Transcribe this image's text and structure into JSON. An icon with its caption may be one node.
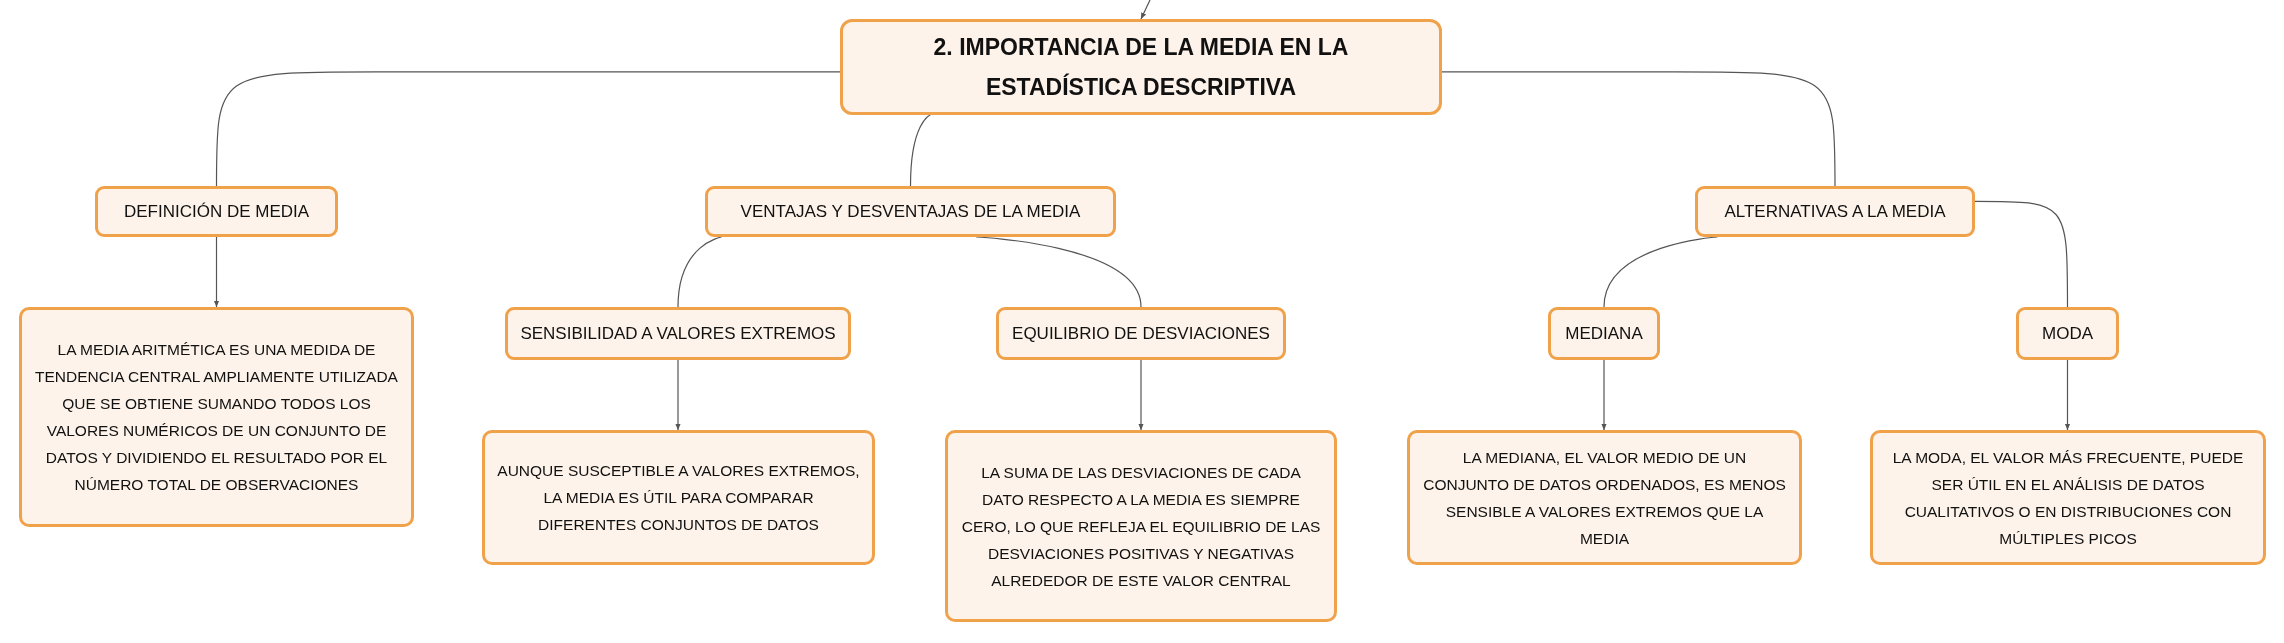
{
  "diagram": {
    "nodes": [
      {
        "text": [
          "2. IMPORTANCIA DE LA MEDIA EN LA ESTADÍSTICA DESCRIPTIVA"
        ]
      },
      {
        "text": [
          "DEFINICIÓN DE MEDIA"
        ]
      },
      {
        "text": [
          "VENTAJAS Y DESVENTAJAS DE LA MEDIA"
        ]
      },
      {
        "text": [
          "ALTERNATIVAS A LA MEDIA"
        ]
      },
      {
        "text": [
          "LA MEDIA ARITMÉTICA ES UNA MEDIDA DE TENDENCIA CENTRAL AMPLIAMENTE UTILIZADA QUE SE OBTIENE SUMANDO TODOS LOS VALORES NUMÉRICOS DE UN CONJUNTO DE DATOS Y DIVIDIENDO EL RESULTADO POR EL NÚMERO TOTAL DE OBSERVACIONES"
        ]
      },
      {
        "text": [
          "SENSIBILIDAD A VALORES EXTREMOS"
        ]
      },
      {
        "text": [
          "EQUILIBRIO DE DESVIACIONES"
        ]
      },
      {
        "text": [
          "AUNQUE SUSCEPTIBLE A VALORES EXTREMOS, LA MEDIA ES ÚTIL PARA COMPARAR DIFERENTES CONJUNTOS DE DATOS"
        ]
      },
      {
        "text": [
          "LA SUMA DE LAS DESVIACIONES DE CADA DATO RESPECTO A LA MEDIA ES SIEMPRE CERO, LO QUE REFLEJA EL EQUILIBRIO DE LAS DESVIACIONES POSITIVAS Y NEGATIVAS ALREDEDOR DE ESTE VALOR CENTRAL"
        ]
      },
      {
        "text": [
          "MEDIANA"
        ]
      },
      {
        "text": [
          "MODA"
        ]
      },
      {
        "text": [
          "LA MEDIANA, EL VALOR MEDIO DE UN CONJUNTO DE DATOS ORDENADOS, ES MENOS SENSIBLE A VALORES EXTREMOS QUE LA MEDIA"
        ]
      },
      {
        "text": [
          "LA MODA, EL VALOR MÁS FRECUENTE, PUEDE SER ÚTIL EN EL ANÁLISIS DE DATOS CUALITATIVOS O EN DISTRIBUCIONES CON MÚLTIPLES PICOS"
        ]
      }
    ],
    "edges": [
      {
        "from": null,
        "to": 0,
        "arrow": "to"
      },
      {
        "from": 0,
        "to": 1,
        "arrow": "none"
      },
      {
        "from": 0,
        "to": 2,
        "arrow": "none"
      },
      {
        "from": 0,
        "to": 3,
        "arrow": "none"
      },
      {
        "from": 1,
        "to": 4,
        "arrow": "to"
      },
      {
        "from": 2,
        "to": 5,
        "arrow": "none"
      },
      {
        "from": 2,
        "to": 6,
        "arrow": "none"
      },
      {
        "from": 5,
        "to": 7,
        "arrow": "to"
      },
      {
        "from": 6,
        "to": 8,
        "arrow": "to"
      },
      {
        "from": 3,
        "to": 9,
        "arrow": "none"
      },
      {
        "from": 3,
        "to": 10,
        "arrow": "none"
      },
      {
        "from": 9,
        "to": 11,
        "arrow": "to"
      },
      {
        "from": 10,
        "to": 12,
        "arrow": "to"
      }
    ]
  }
}
